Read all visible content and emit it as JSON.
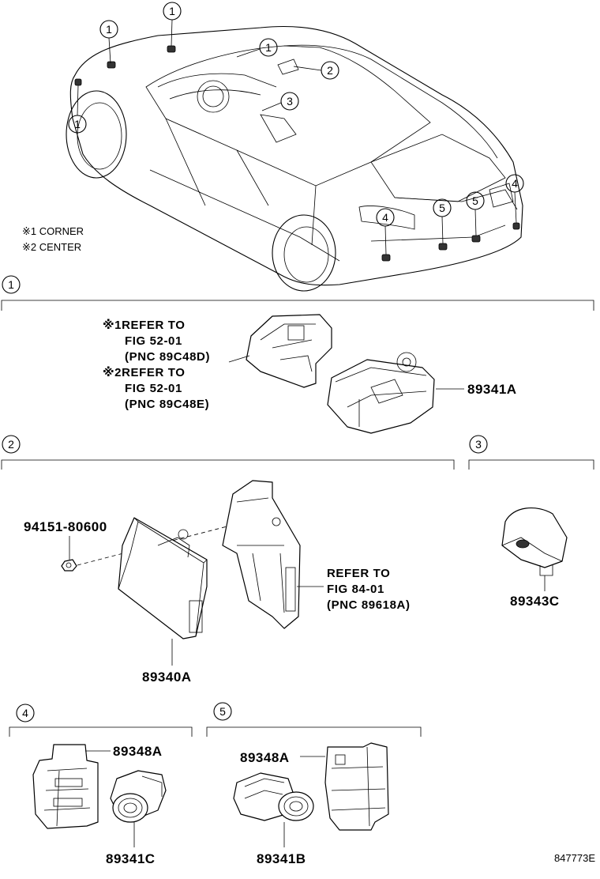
{
  "overview": {
    "callouts": {
      "c1a": "1",
      "c1b": "1",
      "c1c": "1",
      "c1d": "1",
      "c2": "2",
      "c3": "3",
      "c4a": "4",
      "c4b": "4",
      "c5a": "5",
      "c5b": "5"
    },
    "notes": {
      "corner": "※1 CORNER",
      "center": "※2 CENTER"
    }
  },
  "sections": {
    "s1": {
      "number": "1",
      "refs": [
        "※1REFER TO",
        "FIG 52-01",
        "(PNC 89C48D)",
        "※2REFER TO",
        "FIG 52-01",
        "(PNC 89C48E)"
      ],
      "part": "89341A"
    },
    "s2": {
      "number": "2",
      "nut_part": "94151-80600",
      "part": "89340A",
      "refs": [
        "REFER TO",
        "FIG 84-01",
        "(PNC 89618A)"
      ]
    },
    "s3": {
      "number": "3",
      "part": "89343C"
    },
    "s4": {
      "number": "4",
      "bracket_part": "89348A",
      "part": "89341C"
    },
    "s5": {
      "number": "5",
      "bracket_part": "89348A",
      "part": "89341B"
    }
  },
  "footer": {
    "figure_code": "847773E"
  },
  "icons": [
    "car-overview-drawing",
    "corner-sensor-icon",
    "ecu-module-icon",
    "bracket-icon",
    "nut-icon",
    "buzzer-icon",
    "ultrasonic-sensor-icon"
  ]
}
